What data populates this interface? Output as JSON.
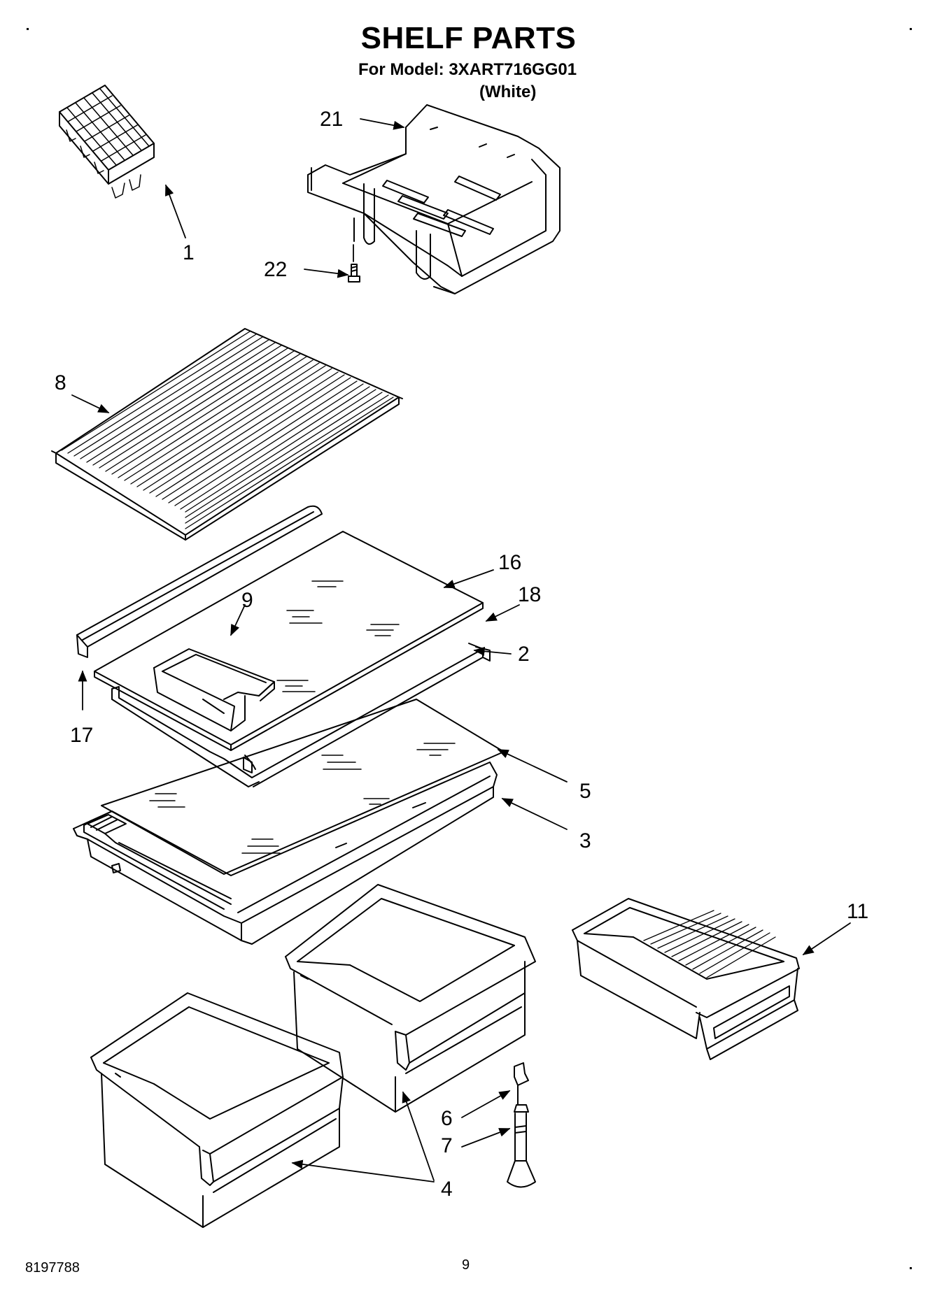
{
  "header": {
    "title": "SHELF PARTS",
    "model_line": "For Model: 3XART716GG01",
    "color_line": "(White)"
  },
  "callouts": {
    "c1": "1",
    "c2": "2",
    "c3": "3",
    "c4": "4",
    "c5": "5",
    "c6": "6",
    "c7": "7",
    "c8": "8",
    "c9": "9",
    "c11": "11",
    "c16": "16",
    "c17": "17",
    "c18": "18",
    "c21": "21",
    "c22": "22"
  },
  "footer": {
    "doc_number": "8197788",
    "page_number": "9"
  }
}
